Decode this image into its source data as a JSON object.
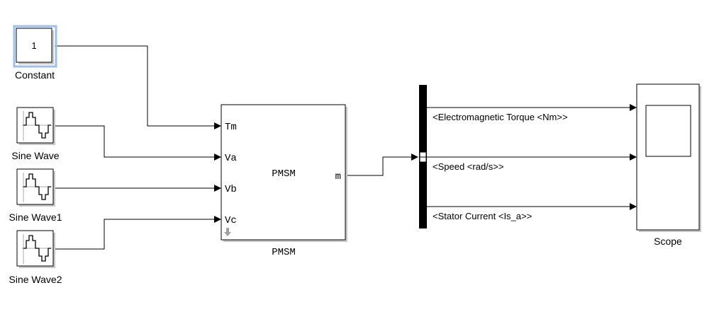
{
  "blocks": {
    "constant": {
      "value": "1",
      "label": "Constant"
    },
    "sine_wave": {
      "label": "Sine Wave"
    },
    "sine_wave1": {
      "label": "Sine Wave1"
    },
    "sine_wave2": {
      "label": "Sine Wave2"
    },
    "pmsm": {
      "title": "PMSM",
      "label": "PMSM",
      "inputs": [
        "Tm",
        "Va",
        "Vb",
        "Vc"
      ],
      "output": "m"
    },
    "scope": {
      "label": "Scope"
    }
  },
  "signals": {
    "torque": "<Electromagnetic Torque <Nm>>",
    "speed": "<Speed <rad/s>>",
    "current": "<Stator Current <Is_a>>"
  },
  "colors": {
    "line": "#000000",
    "block_border": "#000000",
    "constant_highlight": "#9fc0e8",
    "shadow": "#c8c8c8",
    "bus": "#000000"
  },
  "icons": {
    "sine_icon": "sine-wave-icon",
    "pmsm_arrow": "arrow-down-icon"
  }
}
